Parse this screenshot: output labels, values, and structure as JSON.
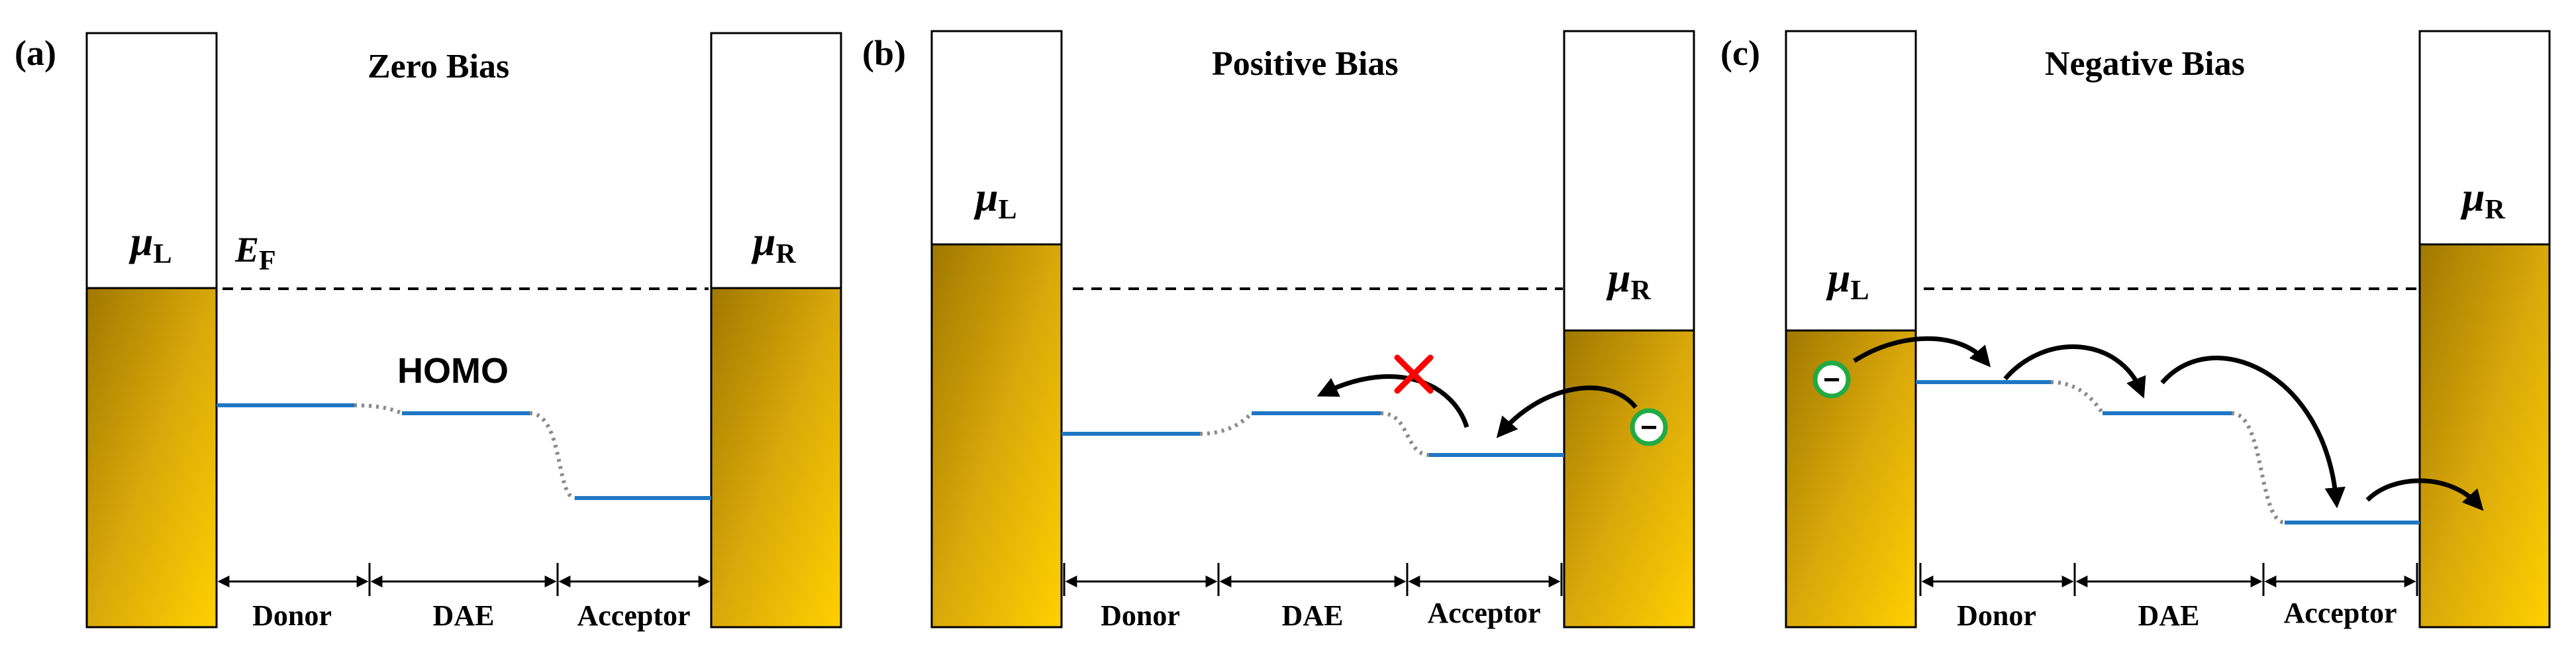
{
  "panels": [
    {
      "tag": "(a)",
      "title": "Zero Bias",
      "mu_left": {
        "symbol": "μ",
        "sub": "L"
      },
      "mu_right": {
        "symbol": "μ",
        "sub": "R"
      },
      "fermi": {
        "symbol": "E",
        "sub": "F"
      },
      "homo_label": "HOMO",
      "regions": [
        "Donor",
        "DAE",
        "Acceptor"
      ]
    },
    {
      "tag": "(b)",
      "title": "Positive Bias",
      "mu_left": {
        "symbol": "μ",
        "sub": "L"
      },
      "mu_right": {
        "symbol": "μ",
        "sub": "R"
      },
      "regions": [
        "Donor",
        "DAE",
        "Acceptor"
      ],
      "electron_symbol": "−"
    },
    {
      "tag": "(c)",
      "title": "Negative Bias",
      "mu_left": {
        "symbol": "μ",
        "sub": "L"
      },
      "mu_right": {
        "symbol": "μ",
        "sub": "R"
      },
      "regions": [
        "Donor",
        "DAE",
        "Acceptor"
      ],
      "electron_symbol": "−"
    }
  ],
  "colors": {
    "electrode_gold_dark": "#a07800",
    "electrode_gold_light": "#ffd000",
    "homo_level": "#1f77c4",
    "connector_dots": "#8a8a8a",
    "blocked_mark": "#ff0000",
    "electron_ring": "#22aa44"
  }
}
